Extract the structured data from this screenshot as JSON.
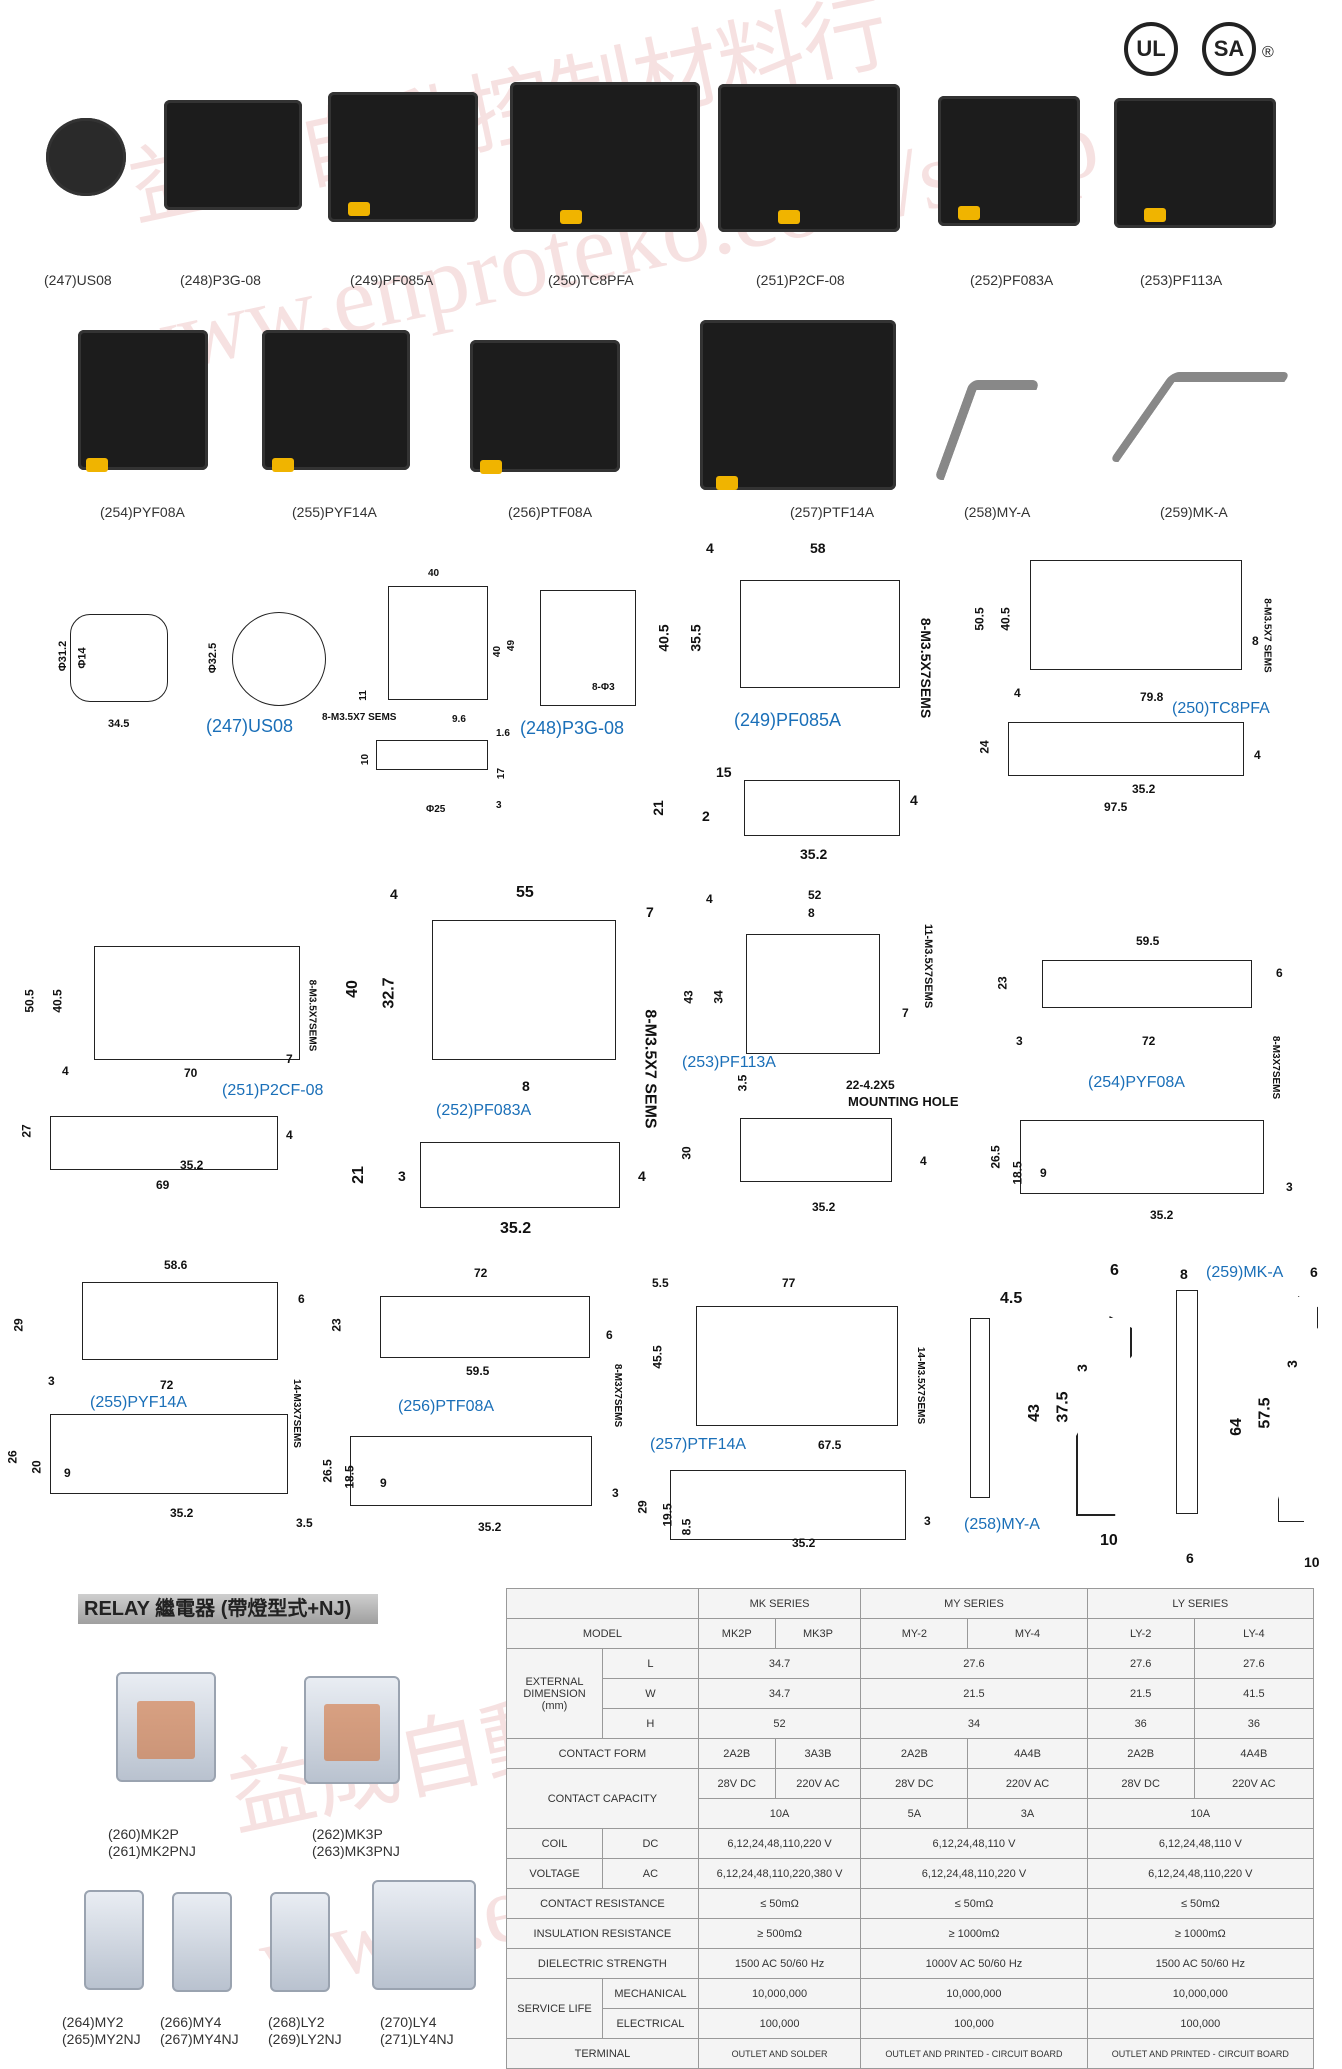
{
  "products": [
    {
      "label": "(247)US08"
    },
    {
      "label": "(248)P3G-08"
    },
    {
      "label": "(249)PF085A"
    },
    {
      "label": "(250)TC8PFA"
    },
    {
      "label": "(251)P2CF-08"
    },
    {
      "label": "(252)PF083A"
    },
    {
      "label": "(253)PF113A"
    },
    {
      "label": "(254)PYF08A"
    },
    {
      "label": "(255)PYF14A"
    },
    {
      "label": "(256)PTF08A"
    },
    {
      "label": "(257)PTF14A"
    },
    {
      "label": "(258)MY-A"
    },
    {
      "label": "(259)MK-A"
    }
  ],
  "certifications": {
    "ul": "UL",
    "csa": "SA",
    "registered": "®"
  },
  "watermark": {
    "line1": "益成自動控制材料行",
    "line2": "www.enproteko.com/shop"
  },
  "drawings": {
    "us08": {
      "name": "(247)US08",
      "d1": "Φ31.2",
      "d2": "Φ14",
      "d3": "Φ32.5",
      "w": "34.5"
    },
    "p3g08": {
      "name": "(248)P3G-08",
      "w": "40",
      "h": "49",
      "h2": "40",
      "h3": "11",
      "screws": "8-M3.5X7 SEMS",
      "s1": "9.6",
      "s2": "1.6",
      "hole": "8-Φ3",
      "d": "Φ25",
      "b1": "10",
      "b2": "17",
      "b3": "3"
    },
    "pf085a": {
      "name": "(249)PF085A",
      "w": "58",
      "m": "4",
      "h1": "40.5",
      "h2": "35.5",
      "screws": "8-M3.5X7SEMS",
      "s1": "15",
      "s2": "21",
      "s3": "2",
      "s4": "4",
      "base": "35.2"
    },
    "tc8pfa": {
      "name": "(250)TC8PFA",
      "h1": "50.5",
      "h2": "40.5",
      "m": "4",
      "w": "79.8",
      "side": "8",
      "screws": "8-M3.5X7 SEMS",
      "h3": "24",
      "h4": "4",
      "base": "35.2",
      "total": "97.5"
    },
    "p2cf08": {
      "name": "(251)P2CF-08",
      "h1": "50.5",
      "h2": "40.5",
      "screws": "8-M3.5X7SEMS",
      "w": "70",
      "m": "4",
      "s": "7",
      "h3": "27",
      "h4": "4",
      "base": "35.2",
      "total": "69"
    },
    "pf083a": {
      "name": "(252)PF083A",
      "w": "55",
      "m": "4",
      "top": "7",
      "h1": "40",
      "h2": "32.7",
      "c": "8",
      "screws": "8-M3.5X7 SEMS",
      "h3": "21",
      "h4": "3",
      "h5": "4",
      "base": "35.2"
    },
    "pf113a": {
      "name": "(253)PF113A",
      "w": "52",
      "m": "4",
      "c": "8",
      "h1": "43",
      "h2": "34",
      "screws": "11-M3.5X7SEMS",
      "s": "7",
      "h3": "3.5",
      "mount": "22-4.2X5",
      "mount_label": "MOUNTING HOLE",
      "h4": "30",
      "h5": "4",
      "base": "35.2"
    },
    "pyf08a": {
      "name": "(254)PYF08A",
      "w": "59.5",
      "h1": "23",
      "top": "6",
      "m": "3",
      "total": "72",
      "screws": "8-M3X7SEMS",
      "h2": "26.5",
      "h3": "18.5",
      "h4": "9",
      "h5": "3",
      "base": "35.2"
    },
    "pyf14a": {
      "name": "(255)PYF14A",
      "w": "58.6",
      "h1": "29",
      "top": "6",
      "m": "3",
      "total": "72",
      "screws": "14-M3X7SEMS",
      "h2": "26",
      "h3": "20",
      "h4": "9",
      "h5": "3.5",
      "base": "35.2"
    },
    "ptf08a": {
      "name": "(256)PTF08A",
      "total": "72",
      "h1": "23",
      "w": "59.5",
      "top": "6",
      "screws": "8-M3X7SEMS",
      "h2": "26.5",
      "h3": "18.5",
      "h4": "9",
      "h5": "3",
      "base": "35.2"
    },
    "ptf14a": {
      "name": "(257)PTF14A",
      "m": "5.5",
      "total": "77",
      "h1": "45.5",
      "w": "67.5",
      "screws": "14-M3.5X7SEMS",
      "h2": "29",
      "h3": "19.5",
      "h4": "8.5",
      "h5": "3",
      "base": "35.2"
    },
    "mya": {
      "name": "(258)MY-A",
      "t": "4.5",
      "w": "6",
      "h1": "43",
      "h2": "37.5",
      "s": "3",
      "b": "10"
    },
    "mka": {
      "name": "(259)MK-A",
      "t": "8",
      "w": "6",
      "h1": "64",
      "h2": "57.5",
      "s": "3",
      "b1": "6",
      "b2": "10"
    }
  },
  "relay": {
    "heading": "RELAY 繼電器 (帶燈型式+NJ)",
    "items": [
      {
        "l1": "(260)MK2P",
        "l2": "(261)MK2PNJ"
      },
      {
        "l1": "(262)MK3P",
        "l2": "(263)MK3PNJ"
      },
      {
        "l1": "(264)MY2",
        "l2": "(265)MY2NJ"
      },
      {
        "l1": "(266)MY4",
        "l2": "(267)MY4NJ"
      },
      {
        "l1": "(268)LY2",
        "l2": "(269)LY2NJ"
      },
      {
        "l1": "(270)LY4",
        "l2": "(271)LY4NJ"
      }
    ]
  },
  "spec": {
    "series": [
      "MK SERIES",
      "MY SERIES",
      "LY SERIES"
    ],
    "model_label": "MODEL",
    "models": [
      "MK2P",
      "MK3P",
      "MY-2",
      "MY-4",
      "LY-2",
      "LY-4"
    ],
    "ext_dim_label": "EXTERNAL DIMENSION (mm)",
    "lwh": [
      "L",
      "W",
      "H"
    ],
    "mk_dim": [
      "34.7",
      "34.7",
      "52"
    ],
    "my_dim": [
      "27.6",
      "21.5",
      "34"
    ],
    "ly2_dim": [
      "27.6",
      "21.5",
      "36"
    ],
    "ly4_dim": [
      "27.6",
      "41.5",
      "36"
    ],
    "contact_form_label": "CONTACT FORM",
    "contact_form": [
      "2A2B",
      "3A3B",
      "2A2B",
      "4A4B",
      "2A2B",
      "4A4B"
    ],
    "contact_capacity_label": "CONTACT CAPACITY",
    "cap_v": [
      "28V DC",
      "220V AC",
      "28V DC",
      "220V AC",
      "28V DC",
      "220V AC"
    ],
    "cap_a": [
      "10A",
      "5A",
      "3A",
      "10A"
    ],
    "coil_label": "COIL",
    "voltage_label": "VOLTAGE",
    "dc_label": "DC",
    "ac_label": "AC",
    "dc": [
      "6,12,24,48,110,220 V",
      "6,12,24,48,110 V",
      "6,12,24,48,110 V"
    ],
    "ac": [
      "6,12,24,48,110,220,380 V",
      "6,12,24,48,110,220 V",
      "6,12,24,48,110,220 V"
    ],
    "contact_resistance_label": "CONTACT RESISTANCE",
    "contact_resistance": [
      "≤ 50mΩ",
      "≤ 50mΩ",
      "≤ 50mΩ"
    ],
    "insulation_label": "INSULATION RESISTANCE",
    "insulation": [
      "≥ 500mΩ",
      "≥ 1000mΩ",
      "≥ 1000mΩ"
    ],
    "dielectric_label": "DIELECTRIC STRENGTH",
    "dielectric": [
      "1500 AC 50/60 Hz",
      "1000V AC 50/60 Hz",
      "1500 AC 50/60 Hz"
    ],
    "service_life_label": "SERVICE LIFE",
    "mechanical_label": "MECHANICAL",
    "electrical_label": "ELECTRICAL",
    "mechanical": [
      "10,000,000",
      "10,000,000",
      "10,000,000"
    ],
    "electrical": [
      "100,000",
      "100,000",
      "100,000"
    ],
    "terminal_label": "TERMINAL",
    "terminal": [
      "OUTLET AND SOLDER",
      "OUTLET AND PRINTED - CIRCUIT BOARD",
      "OUTLET AND PRINTED - CIRCUIT BOARD"
    ]
  }
}
